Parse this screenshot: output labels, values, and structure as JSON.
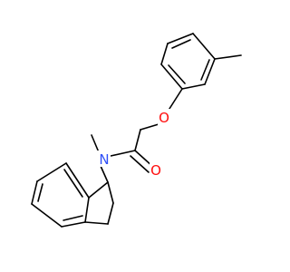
{
  "molecule": {
    "atoms": [
      {
        "id": "O_ether",
        "label": "O",
        "color": "#ff0d0d"
      },
      {
        "id": "O_carbonyl",
        "label": "O",
        "color": "#ff0d0d"
      },
      {
        "id": "N_amide",
        "label": "N",
        "color": "#3050f8"
      }
    ]
  },
  "colors": {
    "bond": "#000000",
    "background": "#ffffff"
  }
}
